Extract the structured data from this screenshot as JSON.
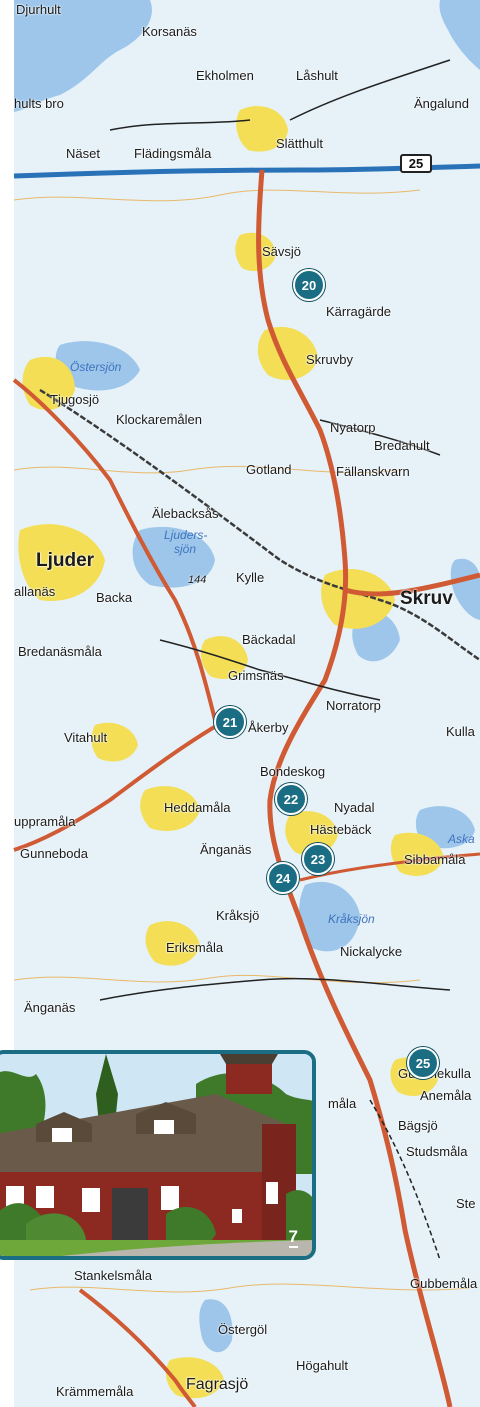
{
  "colors": {
    "land": "#e6f2f8",
    "water": "#9dc6ea",
    "urban": "#f3de55",
    "main_road": "#cf5a34",
    "motorway": "#2a72b8",
    "railway": "#3a3a3a",
    "marker": "#1a6d83"
  },
  "road_shield": "25",
  "places": {
    "djurhult": "Djurhult",
    "korsanas": "Korsanäs",
    "ekholmen": "Ekholmen",
    "lashult": "Låshult",
    "angalund": "Ängalund",
    "hults_bro": "hults bro",
    "naset": "Näset",
    "fladingsmala": "Flädingsmåla",
    "slatthult": "Slätthult",
    "savsjo": "Sävsjö",
    "karragarde": "Kärragärde",
    "ostersjon": "Östersjön",
    "skruvby": "Skruvby",
    "tjugosjo": "Tjugosjö",
    "klockaremalen": "Klockaremålen",
    "nyatorp": "Nyatorp",
    "bredahult": "Bredahult",
    "gotland": "Gotland",
    "fallanskvarn": "Fällanskvarn",
    "alebacksas": "Älebacksås",
    "ljudersjon_1": "Ljuders-",
    "ljudersjon_2": "sjön",
    "ljuder": "Ljuder",
    "allanas": "allanäs",
    "backa": "Backa",
    "elev_144": "144",
    "kylle": "Kylle",
    "skruv": "Skruv",
    "backadal": "Bäckadal",
    "bredanasmala": "Bredanäsmåla",
    "grimsnas": "Grimsnäs",
    "norratorp": "Norratorp",
    "akerby": "Åkerby",
    "kulla": "Kulla",
    "vitahult": "Vitahult",
    "bondeskog": "Bondeskog",
    "uppramala": "uppramåla",
    "heddamala": "Heddamåla",
    "nyadal": "Nyadal",
    "gunneboda": "Gunneboda",
    "anganas_1": "Änganäs",
    "hasteback": "Hästebäck",
    "aska": "Aska",
    "sibbamala": "Sibbamåla",
    "kraksjo": "Kråksjö",
    "eriksmala": "Eriksmåla",
    "kraksjon": "Kråksjön",
    "nickalycke": "Nickalycke",
    "anganas_2": "Änganäs",
    "gummekulla": "Gummekulla",
    "anemala": "Anemåla",
    "mala": "måla",
    "bagsjo": "Bägsjö",
    "studsmala": "Studsmåla",
    "ste": "Ste",
    "stankelsmala": "Stankelsmåla",
    "gubbemala": "Gubbemåla",
    "ostergol": "Östergöl",
    "hogahult": "Högahult",
    "krammemala": "Krämmemåla",
    "fagrasjo": "Fagrasjö"
  },
  "markers": [
    "20",
    "21",
    "22",
    "23",
    "24",
    "25"
  ],
  "inset": {
    "number": "7",
    "colors": {
      "sky": "#cfe6f5",
      "barn_wall": "#8c2a22",
      "roof": "#6a5a4a",
      "foliage": "#3f7a2a",
      "grass": "#6ea83a",
      "path": "#b9b6ad"
    }
  }
}
